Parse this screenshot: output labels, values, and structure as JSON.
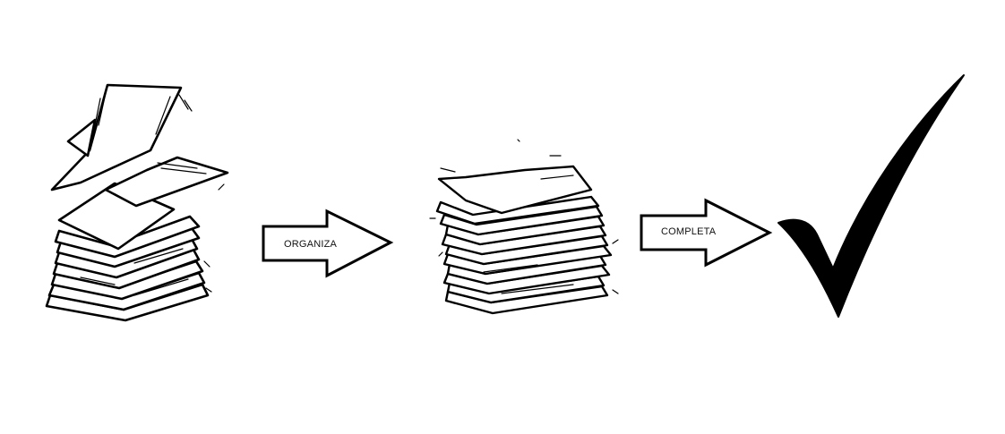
{
  "flow": {
    "steps": [
      {
        "kind": "messy-paper-pile-icon"
      },
      {
        "kind": "arrow",
        "label": "ORGANIZA"
      },
      {
        "kind": "neat-paper-stack-icon"
      },
      {
        "kind": "arrow",
        "label": "COMPLETA"
      },
      {
        "kind": "checkmark-icon"
      }
    ]
  },
  "colors": {
    "ink": "#000000",
    "paper": "#ffffff"
  }
}
